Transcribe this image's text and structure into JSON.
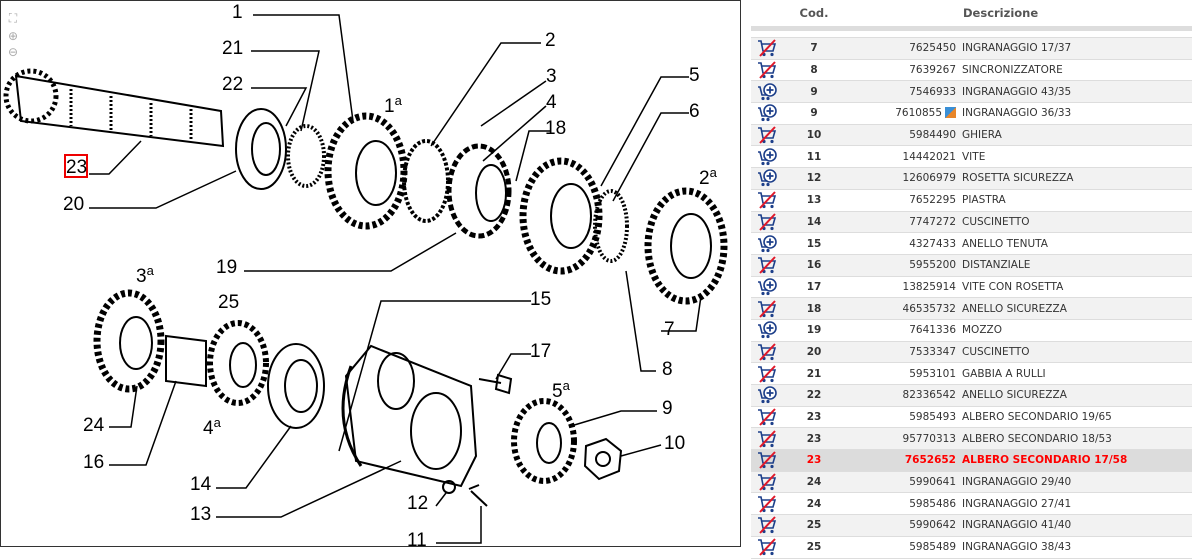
{
  "diagram": {
    "tools": {
      "fit": "fit-icon",
      "zoom_in": "zoom-in-icon",
      "zoom_out": "zoom-out-icon"
    },
    "labels": {
      "l1": "1",
      "l21": "21",
      "l22": "22",
      "l1a": "1",
      "l1a_sup": "a",
      "l2": "2",
      "l3": "3",
      "l4": "4",
      "l18": "18",
      "l5": "5",
      "l6": "6",
      "l23": "23",
      "l20": "20",
      "l19": "19",
      "l2a": "2",
      "l2a_sup": "a",
      "l3a": "3",
      "l3a_sup": "a",
      "l25": "25",
      "l15": "15",
      "l17": "17",
      "l7": "7",
      "l8": "8",
      "l5a": "5",
      "l5a_sup": "a",
      "l9": "9",
      "l10": "10",
      "l24": "24",
      "l4a": "4",
      "l4a_sup": "a",
      "l16": "16",
      "l14": "14",
      "l12": "12",
      "l13": "13",
      "l11": "11"
    }
  },
  "table": {
    "headers": {
      "pos": "Cod.",
      "desc": "Descrizione"
    },
    "colors": {
      "selected": "#ff0000",
      "cart_red": "#e0192a",
      "cart_blue": "#1d3f8a"
    },
    "rows": [
      {
        "pos": "7",
        "code": "7625450",
        "desc": "INGRANAGGIO 17/37",
        "icon": "cart-unavailable"
      },
      {
        "pos": "8",
        "code": "7639267",
        "desc": "SINCRONIZZATORE",
        "icon": "cart-unavailable"
      },
      {
        "pos": "9",
        "code": "7546933",
        "desc": "INGRANAGGIO 43/35",
        "icon": "cart-add"
      },
      {
        "pos": "9",
        "code": "7610855",
        "desc": "INGRANAGGIO 36/33",
        "icon": "cart-add",
        "extra": "replacement-icon"
      },
      {
        "pos": "10",
        "code": "5984490",
        "desc": "GHIERA",
        "icon": "cart-unavailable"
      },
      {
        "pos": "11",
        "code": "14442021",
        "desc": "VITE",
        "icon": "cart-add"
      },
      {
        "pos": "12",
        "code": "12606979",
        "desc": "ROSETTA SICUREZZA",
        "icon": "cart-add"
      },
      {
        "pos": "13",
        "code": "7652295",
        "desc": "PIASTRA",
        "icon": "cart-unavailable"
      },
      {
        "pos": "14",
        "code": "7747272",
        "desc": "CUSCINETTO",
        "icon": "cart-unavailable"
      },
      {
        "pos": "15",
        "code": "4327433",
        "desc": "ANELLO TENUTA",
        "icon": "cart-add"
      },
      {
        "pos": "16",
        "code": "5955200",
        "desc": "DISTANZIALE",
        "icon": "cart-unavailable"
      },
      {
        "pos": "17",
        "code": "13825914",
        "desc": "VITE CON ROSETTA",
        "icon": "cart-add"
      },
      {
        "pos": "18",
        "code": "46535732",
        "desc": "ANELLO SICUREZZA",
        "icon": "cart-unavailable"
      },
      {
        "pos": "19",
        "code": "7641336",
        "desc": "MOZZO",
        "icon": "cart-add"
      },
      {
        "pos": "20",
        "code": "7533347",
        "desc": "CUSCINETTO",
        "icon": "cart-unavailable"
      },
      {
        "pos": "21",
        "code": "5953101",
        "desc": "GABBIA A RULLI",
        "icon": "cart-unavailable"
      },
      {
        "pos": "22",
        "code": "82336542",
        "desc": "ANELLO SICUREZZA",
        "icon": "cart-add"
      },
      {
        "pos": "23",
        "code": "5985493",
        "desc": "ALBERO SECONDARIO 19/65",
        "icon": "cart-unavailable"
      },
      {
        "pos": "23",
        "code": "95770313",
        "desc": "ALBERO SECONDARIO 18/53",
        "icon": "cart-unavailable"
      },
      {
        "pos": "23",
        "code": "7652652",
        "desc": "ALBERO SECONDARIO 17/58",
        "icon": "cart-unavailable",
        "selected": true
      },
      {
        "pos": "24",
        "code": "5990641",
        "desc": "INGRANAGGIO 29/40",
        "icon": "cart-unavailable"
      },
      {
        "pos": "24",
        "code": "5985486",
        "desc": "INGRANAGGIO 27/41",
        "icon": "cart-unavailable"
      },
      {
        "pos": "25",
        "code": "5990642",
        "desc": "INGRANAGGIO 41/40",
        "icon": "cart-unavailable"
      },
      {
        "pos": "25",
        "code": "5985489",
        "desc": "INGRANAGGIO 38/43",
        "icon": "cart-unavailable"
      }
    ]
  }
}
